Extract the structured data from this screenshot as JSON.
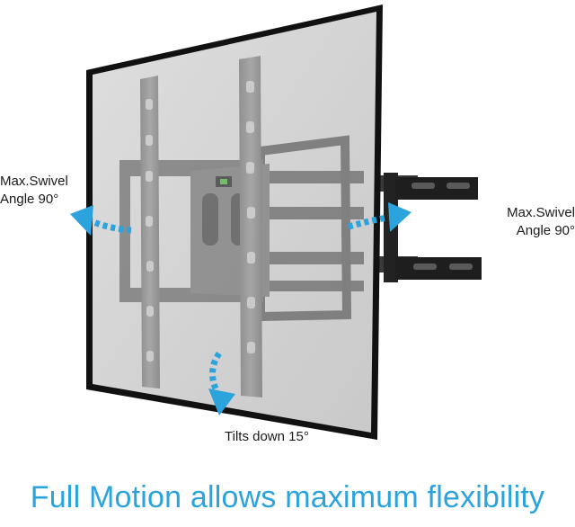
{
  "labels": {
    "left_swivel": {
      "line1": "Max.Swivel",
      "line2": "Angle 90°"
    },
    "right_swivel": {
      "line1": "Max.Swivel",
      "line2": "Angle 90°"
    },
    "tilt": "Tilts down 15°"
  },
  "caption": "Full Motion allows maximum flexibility",
  "colors": {
    "arrow": "#2ba3dc",
    "caption": "#2ba3dc",
    "tv_frame": "#111111",
    "tv_screen": "#d4d4d4",
    "mount_metal": "#8a8a8a",
    "mount_dark": "#2a2a2a"
  }
}
